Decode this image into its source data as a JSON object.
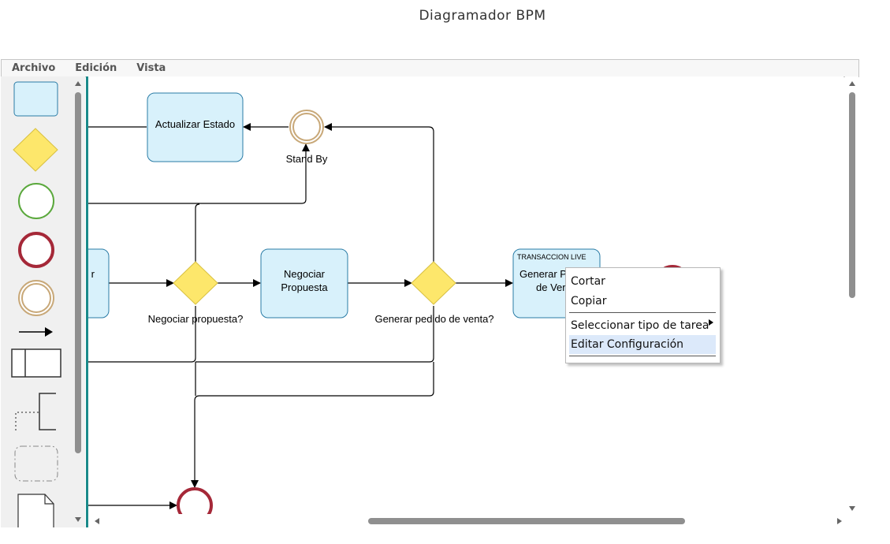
{
  "app": {
    "title": "Diagramador BPM"
  },
  "menubar": {
    "items": [
      "Archivo",
      "Edición",
      "Vista"
    ]
  },
  "palette": {
    "tools": [
      "task-tool",
      "gateway-tool",
      "start-event-tool",
      "end-event-tool",
      "intermediate-event-tool",
      "sequence-flow-tool",
      "pool-tool",
      "annotation-tool",
      "group-tool",
      "data-object-tool"
    ]
  },
  "diagram": {
    "nodes": {
      "task_partial": "r",
      "task_actualizar": "Actualizar Estado",
      "event_standby": "Stand By",
      "gateway_negociar": "Negociar propuesta?",
      "task_negociar_line1": "Negociar",
      "task_negociar_line2": "Propuesta",
      "gateway_generar": "Generar pedido de venta?",
      "task_generar_tag": "TRANSACCION LIVE",
      "task_generar_line1": "Generar P",
      "task_generar_line2": "de Ver"
    }
  },
  "context_menu": {
    "items": [
      "Cortar",
      "Copiar",
      "Seleccionar tipo de tarea",
      "Editar Configuración"
    ],
    "highlighted": "Editar Configuración"
  },
  "colors": {
    "task_fill": "#d8f1fb",
    "task_stroke": "#2a7ca6",
    "gateway_fill": "#fde76b",
    "start_event": "#5aa83c",
    "end_event": "#a52838",
    "intermediate_event": "#c8a878",
    "separator": "#1a8a8a"
  }
}
